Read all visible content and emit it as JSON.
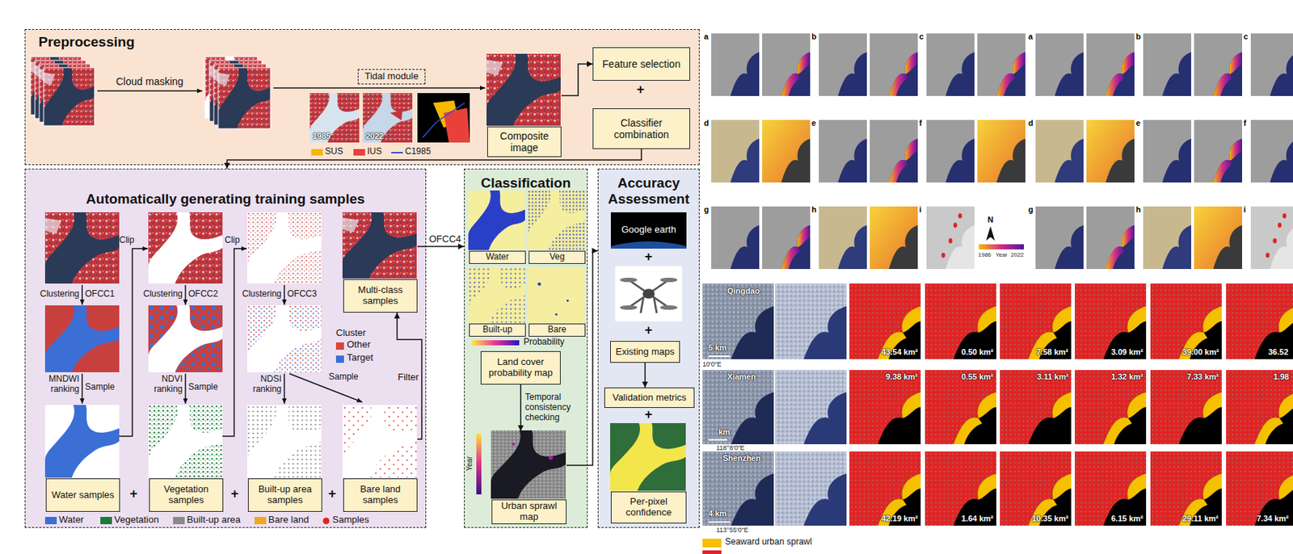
{
  "diagram": {
    "nodes": [
      {
        "text": [
          "Preprocessing"
        ]
      },
      {
        "text": [
          "Tidal module"
        ],
        "in": 0
      },
      {
        "text": [
          "Composite image"
        ],
        "in": 0
      },
      {
        "text": [
          "Feature selection"
        ],
        "in": 0
      },
      {
        "text": [
          "Classifier combination"
        ],
        "in": 0
      },
      {
        "text": [
          "Automatically generating training samples"
        ]
      },
      {
        "text": [
          "Multi-class samples"
        ],
        "in": 5
      },
      {
        "text": [
          "Water samples"
        ],
        "in": 5
      },
      {
        "text": [
          "Vegetation samples"
        ],
        "in": 5
      },
      {
        "text": [
          "Built-up area samples"
        ],
        "in": 5
      },
      {
        "text": [
          "Bare land samples"
        ],
        "in": 5
      },
      {
        "text": [
          "Classification"
        ]
      },
      {
        "text": [
          "Water"
        ],
        "in": 11
      },
      {
        "text": [
          "Veg"
        ],
        "in": 11
      },
      {
        "text": [
          "Built-up"
        ],
        "in": 11
      },
      {
        "text": [
          "Bare"
        ],
        "in": 11
      },
      {
        "text": [
          "Land cover probability map"
        ],
        "in": 11
      },
      {
        "text": [
          "Urban sprawl map"
        ],
        "in": 11
      },
      {
        "text": [
          "Accuracy Assessment"
        ]
      },
      {
        "text": [
          "Existing maps"
        ],
        "in": 18
      },
      {
        "text": [
          "Validation metrics"
        ],
        "in": 18
      },
      {
        "text": [
          "Per-pixel confidence"
        ],
        "in": 18
      }
    ],
    "edges": [
      {
        "from": 2,
        "to": 3,
        "arrow": "to"
      },
      {
        "from": 4,
        "to": 5,
        "arrow": "to"
      },
      {
        "from": 6,
        "to": 11,
        "label": "OFCC4",
        "arrow": "to"
      },
      {
        "from": 10,
        "to": 6,
        "label": "Filter",
        "arrow": "to"
      },
      {
        "from": 16,
        "to": 17,
        "label": "Temporal consistency checking",
        "arrow": "to"
      },
      {
        "from": 17,
        "to": 18,
        "arrow": "to"
      },
      {
        "from": 19,
        "to": 20,
        "arrow": "to"
      }
    ],
    "labels": [
      "Cloud masking",
      "1985",
      "2022",
      "+",
      "Clustering",
      "OFCC1",
      "Clustering",
      "OFCC2",
      "Clustering",
      "OFCC3",
      "MNDWI ranking",
      "Sample",
      "NDVI ranking",
      "Sample",
      "NDSI ranking",
      "Sample",
      "Clip",
      "Clip",
      "Cluster",
      "+",
      "+",
      "+",
      "Probability",
      "Year",
      "Google earth",
      "+",
      "+",
      "+",
      "a",
      "b",
      "c",
      "d",
      "e",
      "f",
      "g",
      "h",
      "i",
      "a",
      "b",
      "c",
      "d",
      "e",
      "f",
      "g",
      "h",
      "i",
      "N",
      "1986",
      "Year",
      "2022",
      "Qingdao",
      "5 km",
      "10'0\"E",
      "Xiamen",
      "km",
      "118°8'0\"E",
      "Shenzhen",
      "4 km",
      "113°55'0\"E",
      "43.54 km²",
      "0.50 km²",
      "7.58 km²",
      "3.09 km²",
      "39.00 km²",
      "36.52",
      "9.38 km²",
      "0.55 km²",
      "3.11 km²",
      "1.32 km²",
      "7.33 km²",
      "1.98",
      "42.19 km²",
      "1.64 km²",
      "10.35 km²",
      "6.15 km²",
      "29.11 km²",
      "7.34 km²"
    ],
    "legend": [
      {
        "text": "SUS",
        "color": "#f5b800"
      },
      {
        "text": "IUS",
        "color": "#e8413c"
      },
      {
        "text": "C1985"
      },
      {
        "text": "Other",
        "color": "#d9443f"
      },
      {
        "text": "Target",
        "color": "#3b6fd6"
      },
      {
        "text": "Water",
        "color": "#3b6fd6"
      },
      {
        "text": "Vegetation",
        "color": "#1c7a38"
      },
      {
        "text": "Built-up area",
        "color": "#8a8a8a"
      },
      {
        "text": "Bare land",
        "color": "#f2a51f"
      },
      {
        "text": "Samples",
        "color": "#e02424"
      },
      {
        "text": "Seaward urban sprawl",
        "color": "#f5c000"
      }
    ]
  }
}
